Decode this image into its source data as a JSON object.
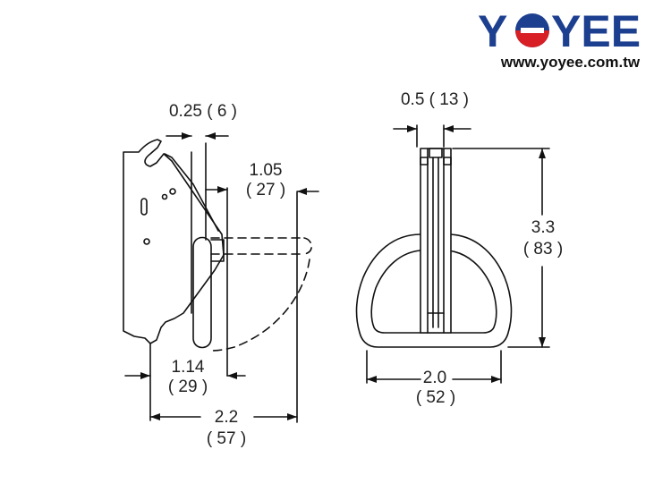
{
  "logo": {
    "brand": "YOYEE",
    "url": "www.yoyee.com.tw",
    "colors": {
      "brand_blue": "#1d3f8f",
      "brand_red": "#d81f26",
      "url_text": "#111111"
    }
  },
  "dimensions": {
    "side_thickness": "0.25 ( 6 )",
    "side_ring_offset_value": "1.05",
    "side_ring_offset_metric": "( 27 )",
    "side_base_value": "1.14",
    "side_base_metric": "( 29 )",
    "side_total_value": "2.2",
    "side_total_metric": "( 57 )",
    "front_thickness": "0.5 ( 13 )",
    "front_height_value": "3.3",
    "front_height_metric": "( 83 )",
    "front_width_value": "2.0",
    "front_width_metric": "( 52 )"
  },
  "drawing": {
    "line_color": "#111111",
    "background": "#ffffff"
  }
}
